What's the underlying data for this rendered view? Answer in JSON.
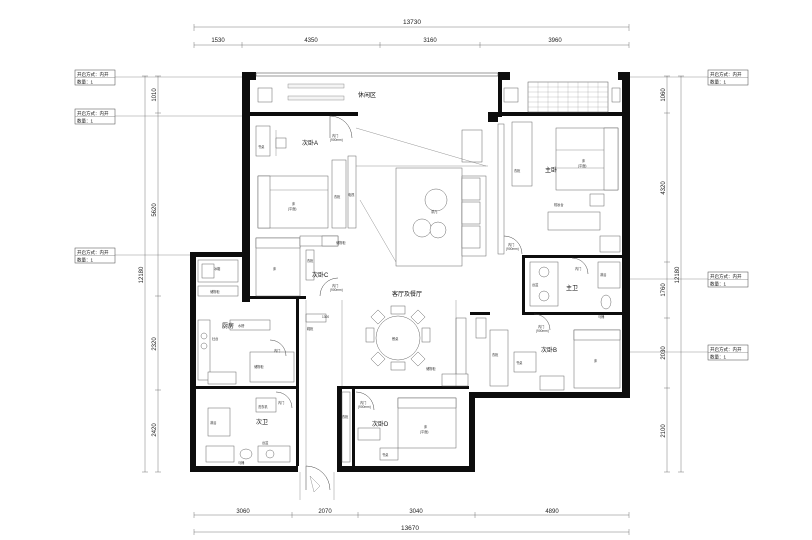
{
  "dimensions": {
    "top_total": "13730",
    "top_segments": [
      "1530",
      "4350",
      "3160",
      "3960"
    ],
    "bottom_total": "13670",
    "bottom_segments": [
      "3060",
      "2070",
      "3040",
      "4890"
    ],
    "left_segments": [
      "1010",
      "5620",
      "2320",
      "2420"
    ],
    "left_total": "12180",
    "right_segments": [
      "1060",
      "4320",
      "1760",
      "2030",
      "2100"
    ],
    "right_total": "12180"
  },
  "callouts": {
    "line1": "开启方式：内开",
    "line2": "数量：1"
  },
  "rooms": {
    "balcony": "休闲区",
    "bedroom_a": "次卧A",
    "master_bedroom": "主卧",
    "bedroom_c": "次卧C",
    "living_dining": "客厅及餐厅",
    "master_bath": "主卫",
    "kitchen": "厨房",
    "bedroom_b": "次卧B",
    "bedroom_d": "次卧D",
    "second_bath": "次卫"
  },
  "labels": {
    "inner_door": "内门",
    "door_spec": "(900mm)",
    "bed": "床",
    "bed_spec": "(平面)",
    "wardrobe": "衣柜",
    "desk": "书桌",
    "tv": "电视",
    "sofa_table": "茶几",
    "dining_table": "餐桌",
    "toilet": "马桶",
    "basin": "台盆",
    "shower": "淋浴",
    "fridge": "冰箱",
    "stove": "灶台",
    "sink": "水槽",
    "washer": "洗衣机",
    "cabinet": "储物柜",
    "dresser": "梳妆台",
    "shoe_cabinet": "鞋柜",
    "d1300": "1300"
  }
}
